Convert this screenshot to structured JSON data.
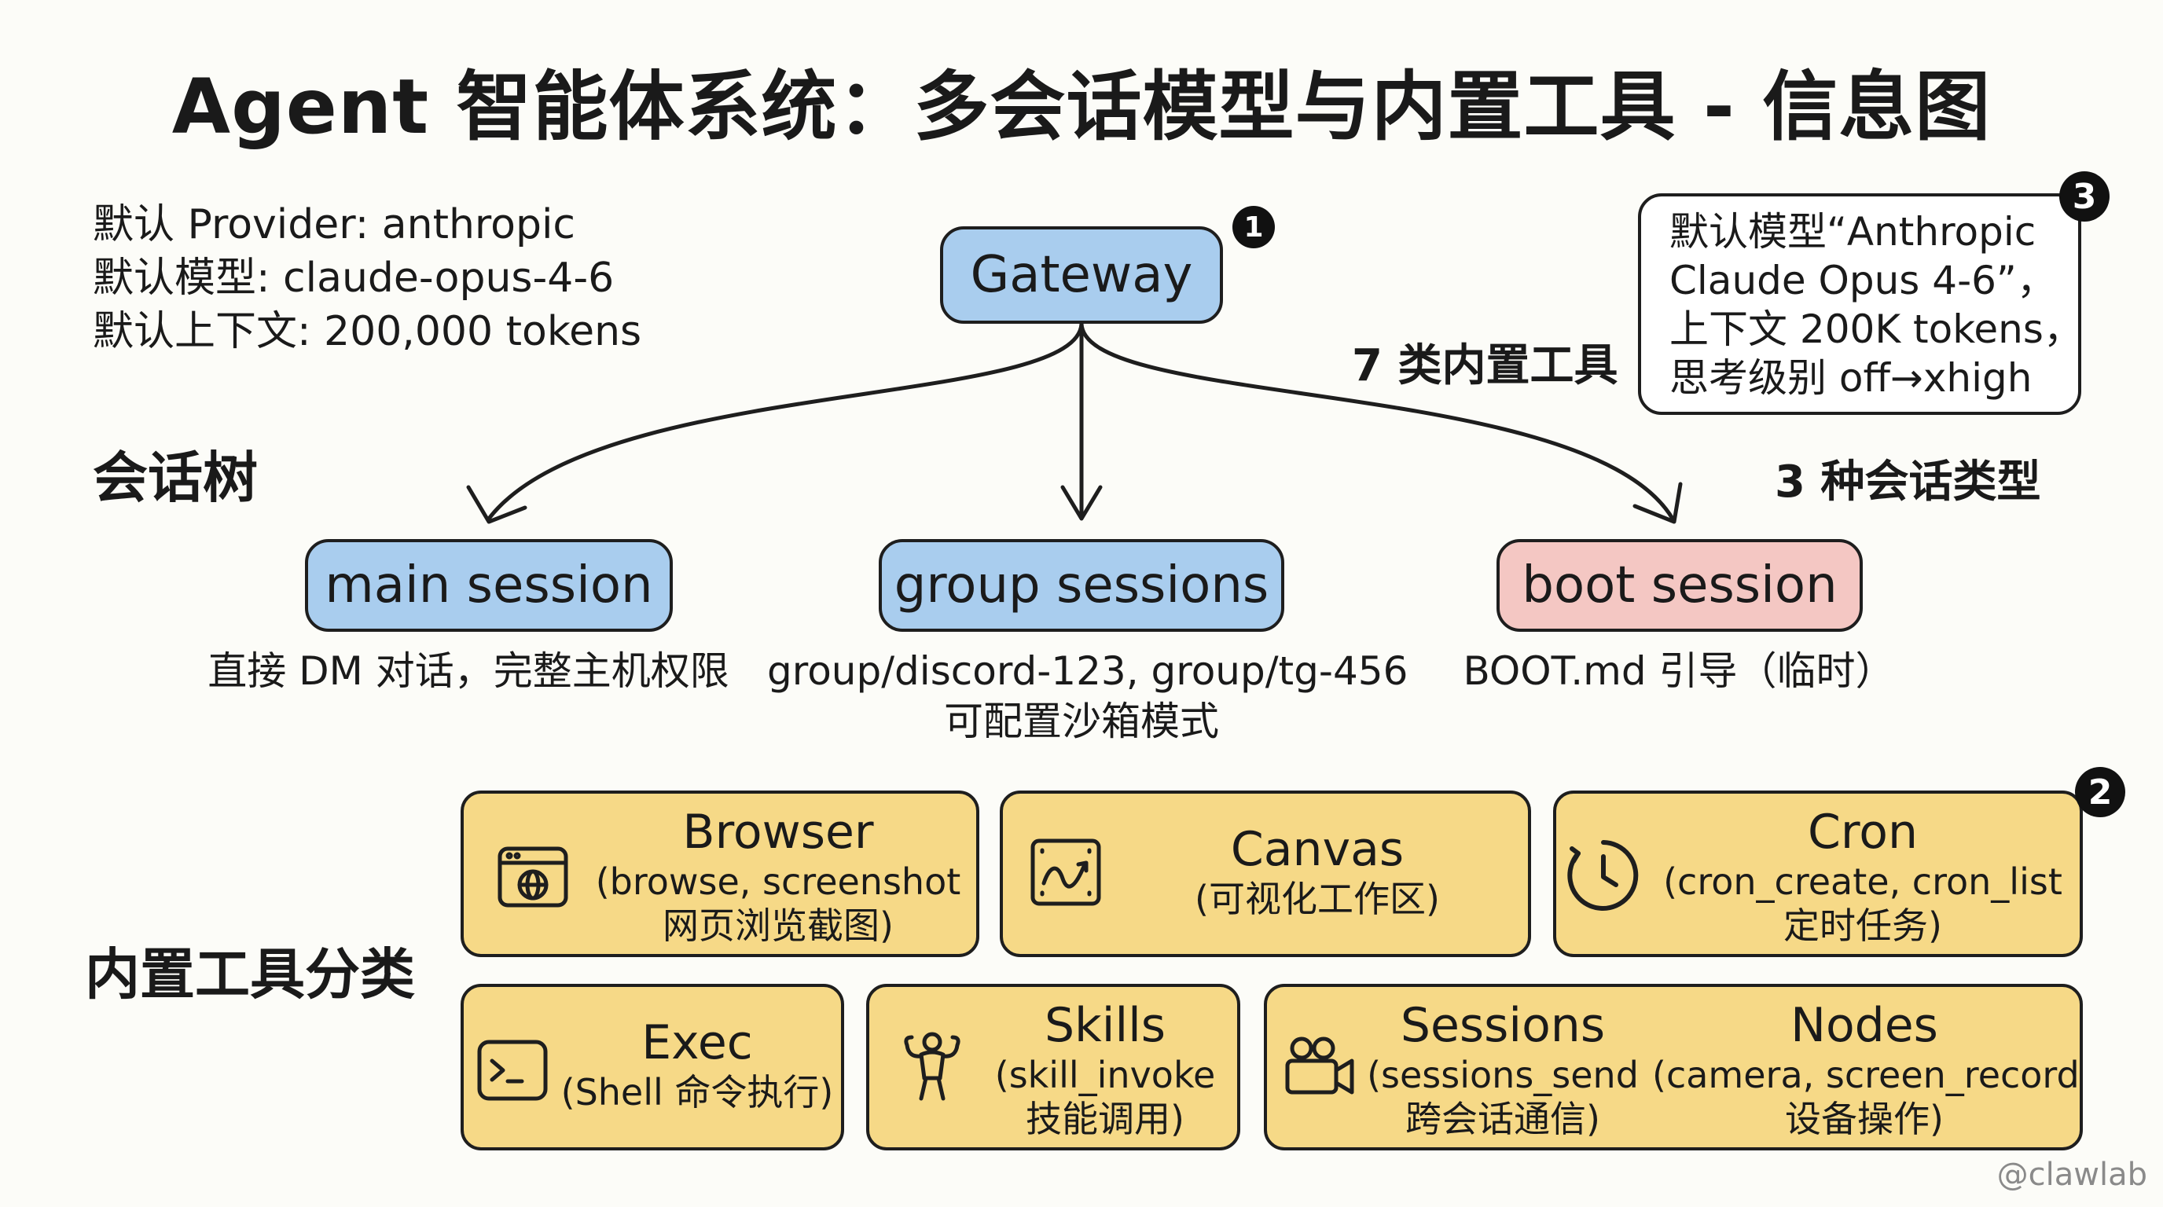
{
  "title": "Agent 智能体系统：多会话模型与内置工具 - 信息图",
  "defaults": {
    "provider": "默认 Provider: anthropic",
    "model": "默认模型: claude-opus-4-6",
    "context": "默认上下文: 200,000 tokens"
  },
  "gateway": {
    "label": "Gateway",
    "badge": "1"
  },
  "labels": {
    "session_tree": "会话树",
    "tools_7": "7 类内置工具",
    "session_types": "3 种会话类型",
    "tool_categories": "内置工具分类"
  },
  "callout": {
    "badge": "3",
    "lines": [
      "默认模型“Anthropic",
      "Claude Opus 4-6”，",
      "上下文 200K tokens，",
      "思考级别 off→xhigh"
    ]
  },
  "sessions": [
    {
      "label": "main session",
      "desc": [
        "直接 DM 对话，完整主机权限"
      ]
    },
    {
      "label": "group sessions",
      "desc": [
        "group/discord-123, group/tg-456",
        "可配置沙箱模式"
      ]
    },
    {
      "label": "boot session",
      "desc": [
        "BOOT.md 引导（临时）"
      ]
    }
  ],
  "tools_badge": "2",
  "tools": {
    "browser": {
      "name": "Browser",
      "desc1": "(browse, screenshot",
      "desc2": "网页浏览截图)",
      "icon": "browser-icon"
    },
    "canvas": {
      "name": "Canvas",
      "desc1": "(可视化工作区)",
      "icon": "canvas-icon"
    },
    "cron": {
      "name": "Cron",
      "desc1": "(cron_create, cron_list",
      "desc2": "定时任务)",
      "icon": "clock-icon"
    },
    "exec": {
      "name": "Exec",
      "desc1": "(Shell 命令执行)",
      "icon": "terminal-icon"
    },
    "skills": {
      "name": "Skills",
      "desc1": "(skill_invoke",
      "desc2": "技能调用)",
      "icon": "muscle-icon"
    },
    "sessions": {
      "name": "Sessions",
      "desc1": "(sessions_send",
      "desc2": "跨会话通信)",
      "icon": "camera-icon"
    },
    "nodes": {
      "name": "Nodes",
      "desc1": "(camera, screen_record",
      "desc2": "设备操作)"
    }
  },
  "watermark": "@clawlab",
  "colors": {
    "blue_node": "#a9cdee",
    "pink_node": "#f4c7c3",
    "tool_yellow": "#f6d987"
  }
}
